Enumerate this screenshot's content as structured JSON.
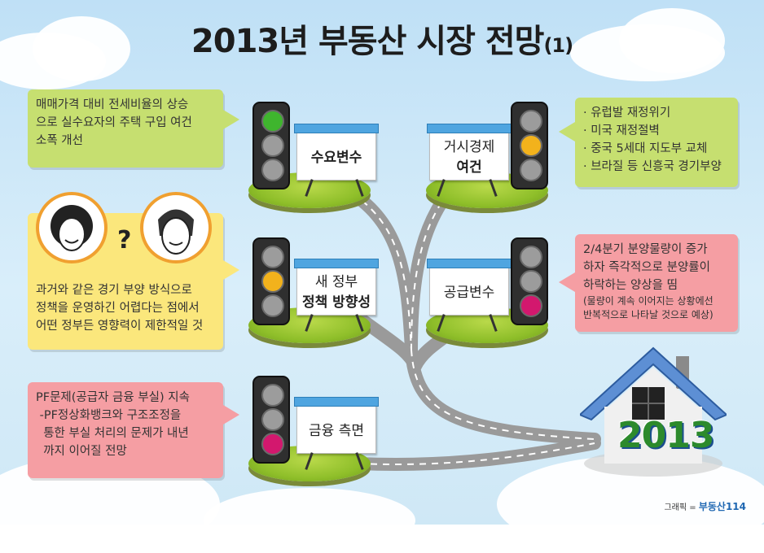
{
  "title": "2013년 부동산 시장 전망",
  "title_suffix": "(1)",
  "signs": {
    "demand": "수요변수",
    "macro_line1": "거시경제",
    "macro_line2": "여건",
    "policy_line1": "새 정부",
    "policy_line2": "정책 방향성",
    "supply": "공급변수",
    "finance": "금융 측면"
  },
  "boxes": {
    "demand": [
      "매매가격 대비 전세비율의 상승",
      "으로 실수요자의 주택 구입 여건",
      "소폭 개선"
    ],
    "macro": [
      "· 유럽발 재정위기",
      "· 미국 재정절벽",
      "· 중국 5세대 지도부 교체",
      "· 브라질 등 신흥국 경기부양"
    ],
    "policy": [
      "과거와 같은 경기 부양 방식으로",
      "정책을 운영하긴 어렵다는 점에서",
      "어떤 정부든 영향력이 제한적일 것"
    ],
    "supply": [
      "2/4분기 분양물량이 증가",
      "하자 즉각적으로 분양률이",
      "하락하는 양상을 띰"
    ],
    "supply_note": [
      "(물량이 계속 이어지는 상황에선",
      "반복적으로 나타날 것으로 예상)"
    ],
    "finance": [
      "PF문제(공급자 금융 부실) 지속",
      " -PF정상화뱅크와 구조조정을",
      "  통한 부실 처리의 문제가 내년",
      "  까지 이어질 전망"
    ]
  },
  "question_mark": "?",
  "house_year": "2013",
  "credit_label": "그래픽 =",
  "credit_brand": "부동산114",
  "colors": {
    "green_lamp": "#3fb52e",
    "yellow_lamp": "#f2b21c",
    "red_lamp": "#d3186e",
    "sign_bar": "#4fa5e0"
  }
}
